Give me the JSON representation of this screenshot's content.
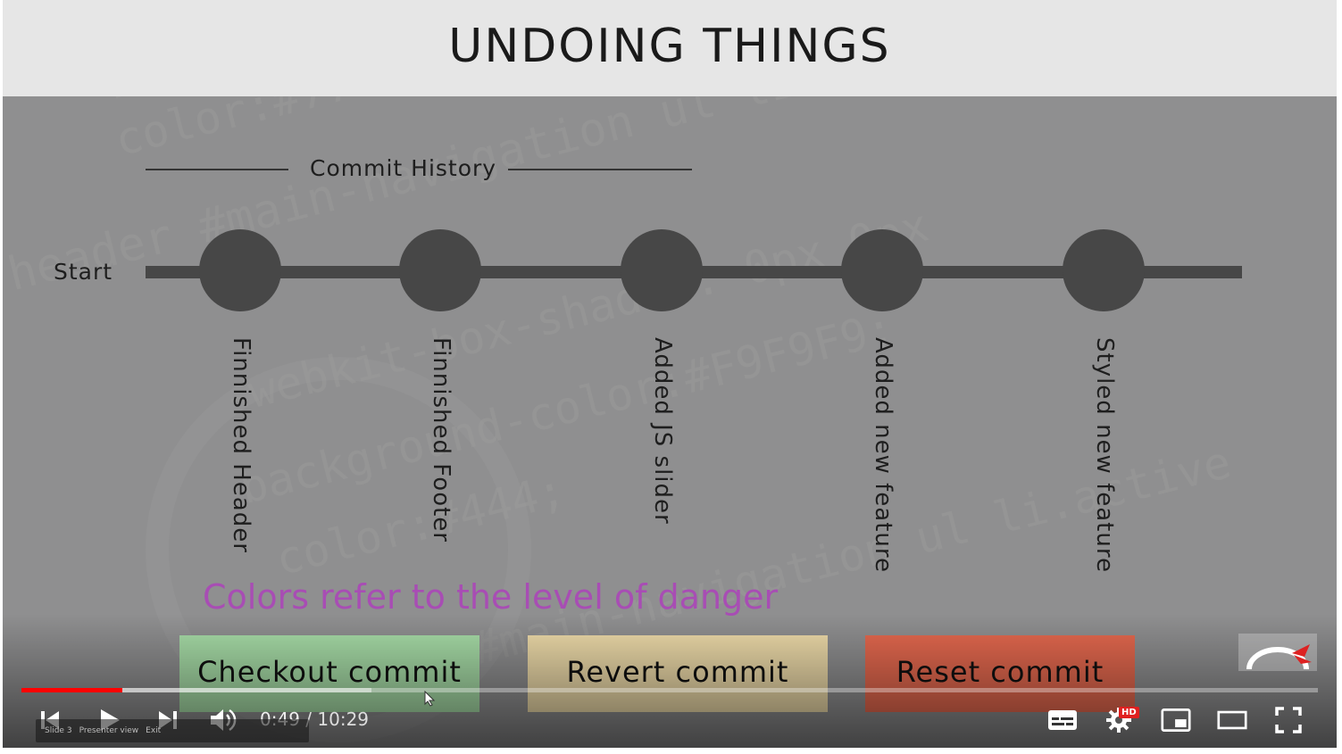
{
  "slide": {
    "title": "UNDOING THINGS",
    "section_label": "Commit History",
    "start_label": "Start",
    "commits": [
      "Finnished Header",
      "Finnished Footer",
      "Added JS slider",
      "Added new feature",
      "Styled new feature"
    ],
    "note": "Colors refer to the level of danger",
    "actions": {
      "checkout": "Checkout commit",
      "revert": "Revert commit",
      "reset": "Reset commit"
    },
    "action_colors": {
      "checkout": "#a8dea8",
      "revert": "#efdcaa",
      "reset": "#e6694f"
    }
  },
  "player": {
    "current_time": "0:49",
    "separator": " / ",
    "duration": "10:29",
    "played_fraction": 0.078,
    "loaded_fraction": 0.27,
    "hd_badge": "HD",
    "presenter_bar": {
      "slide": "Slide 3",
      "presenter_view": "Presenter view",
      "exit": "Exit"
    },
    "icons": [
      "skip-previous-icon",
      "play-icon",
      "skip-next-icon",
      "volume-icon",
      "subtitles-icon",
      "settings-gear-icon",
      "miniplayer-icon",
      "theater-mode-icon",
      "fullscreen-icon"
    ]
  }
}
